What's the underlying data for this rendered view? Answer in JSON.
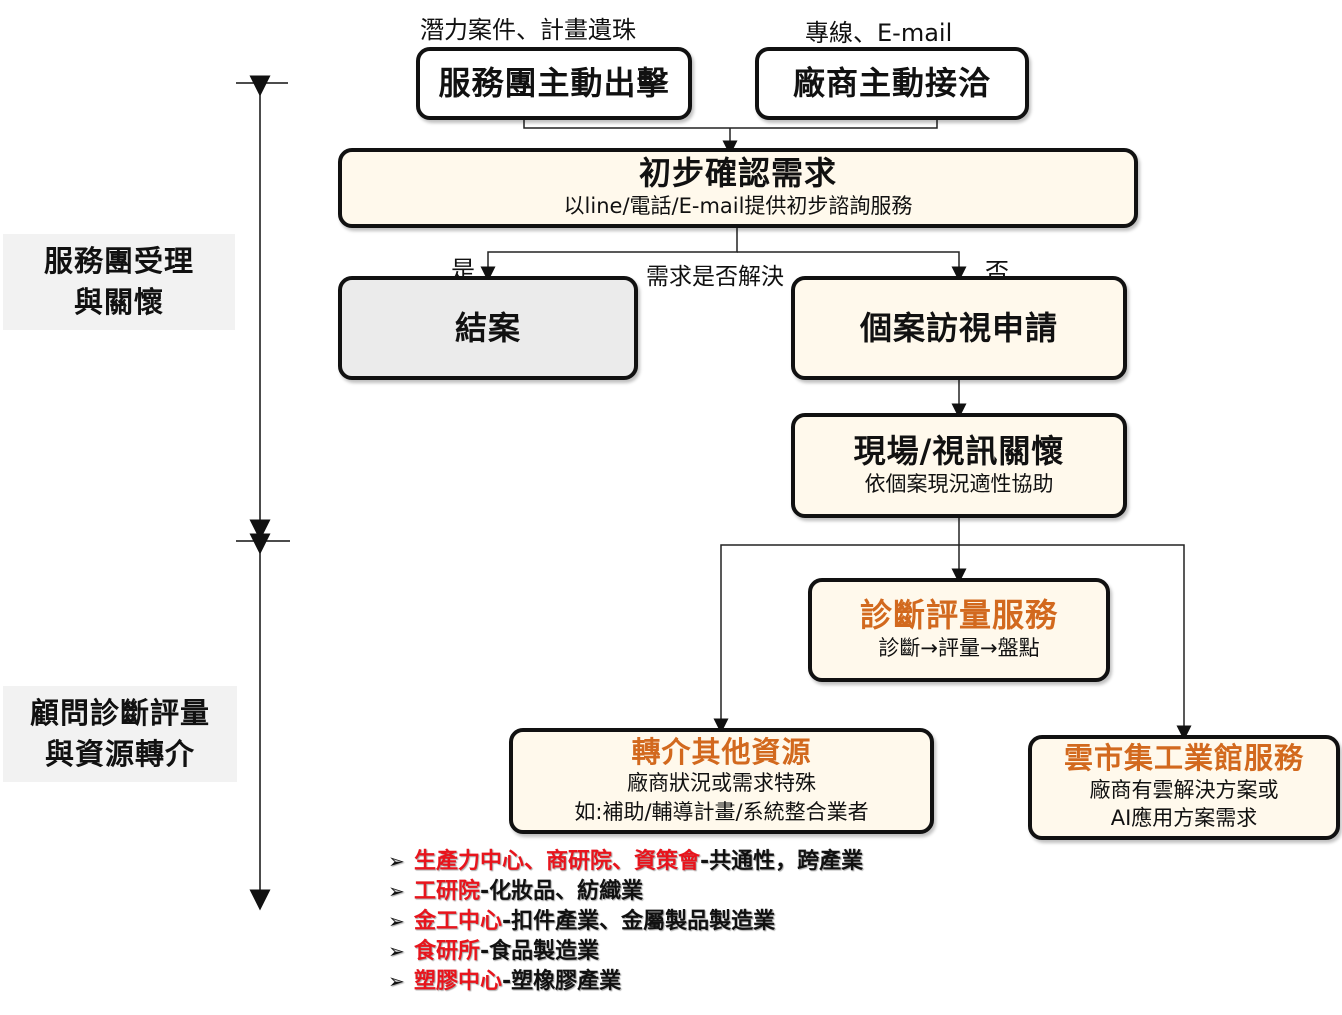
{
  "labels": {
    "source_a": "潛力案件、計畫遺珠",
    "source_b": "專線、E-mail",
    "decision_question": "需求是否解決",
    "yes": "是",
    "no": "否"
  },
  "phases": [
    {
      "line1": "服務團受理",
      "line2": "與關懷"
    },
    {
      "line1": "顧問診斷評量",
      "line2": "與資源轉介"
    }
  ],
  "nodes": {
    "proactive": {
      "title": "服務團主動出擊"
    },
    "vendor_contact": {
      "title": "廠商主動接洽"
    },
    "initial_confirm": {
      "title": "初步確認需求",
      "sub": "以line/電話/E-mail提供初步諮詢服務"
    },
    "close_case": {
      "title": "結案"
    },
    "visit_apply": {
      "title": "個案訪視申請"
    },
    "onsite_care": {
      "title": "現場/視訊關懷",
      "sub": "依個案現況適性協助"
    },
    "diagnosis": {
      "title": "診斷評量服務",
      "sub": "診斷→評量→盤點"
    },
    "referral": {
      "title": "轉介其他資源",
      "sub1": "廠商狀況或需求特殊",
      "sub2": "如:補助/輔導計畫/系統整合業者"
    },
    "cloud_market": {
      "title": "雲市集工業館服務",
      "sub1": "廠商有雲解決方案或",
      "sub2": "AI應用方案需求"
    }
  },
  "resources": [
    {
      "org": "生產力中心、商研院、資策會",
      "desc": "-共通性，跨產業"
    },
    {
      "org": "工研院",
      "desc": "-化妝品、紡織業"
    },
    {
      "org": "金工中心",
      "desc": "-扣件產業、金屬製品製造業"
    },
    {
      "org": "食研所",
      "desc": "-食品製造業"
    },
    {
      "org": "塑膠中心",
      "desc": "-塑橡膠產業"
    }
  ],
  "icons": {
    "bullet": "➢"
  },
  "colors": {
    "box_fill": "#fff9ec",
    "grey_fill": "#ebebeb",
    "accent_orange": "#d2691e",
    "accent_red": "#e8141c"
  }
}
